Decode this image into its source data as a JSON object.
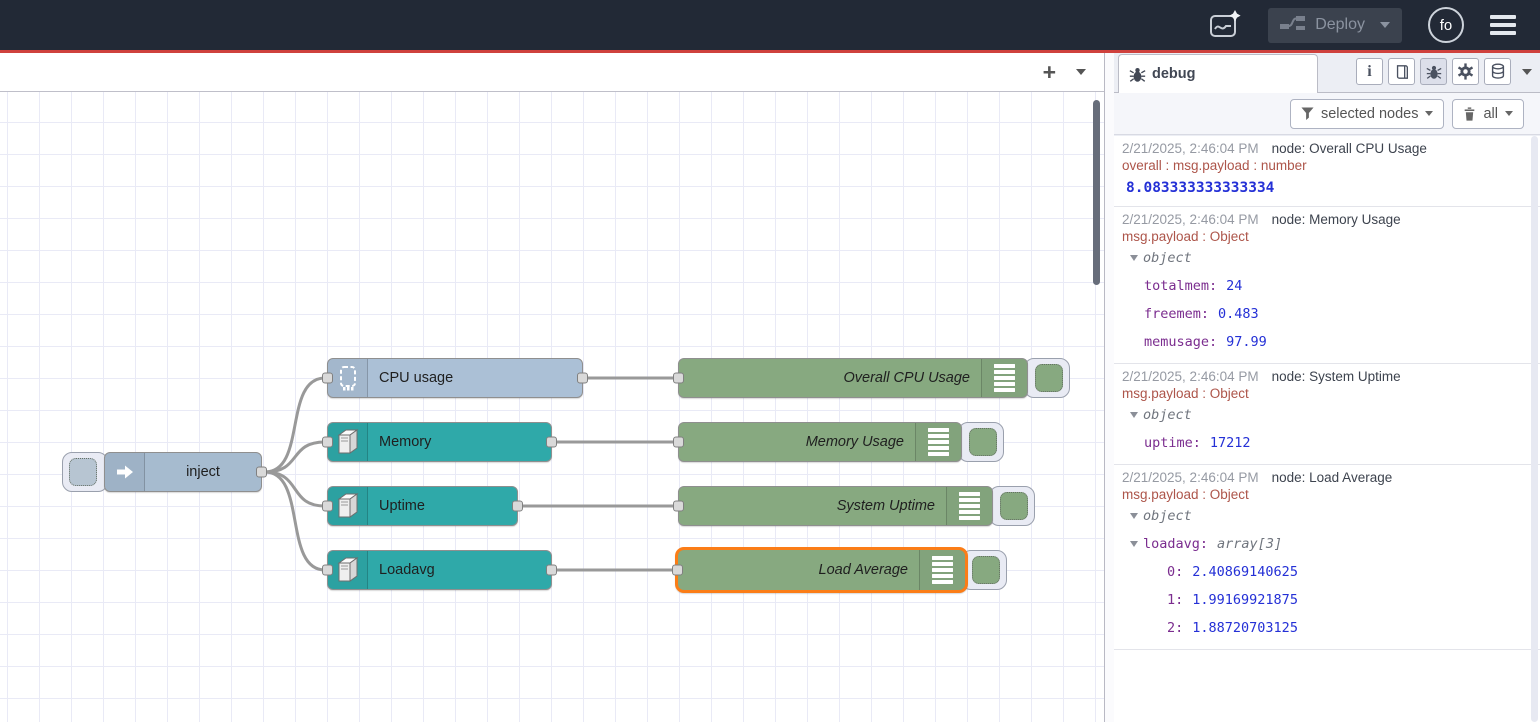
{
  "header": {
    "deploy_label": "Deploy",
    "avatar_label": "fo"
  },
  "flow_toolbar": {
    "add_label": "+"
  },
  "canvas": {
    "nodes": {
      "inject": {
        "label": "inject"
      },
      "cpu_usage": {
        "label": "CPU usage"
      },
      "memory": {
        "label": "Memory"
      },
      "uptime": {
        "label": "Uptime"
      },
      "loadavg": {
        "label": "Loadavg"
      },
      "overall_cpu": {
        "label": "Overall CPU Usage"
      },
      "memory_usage": {
        "label": "Memory Usage"
      },
      "system_uptime": {
        "label": "System Uptime"
      },
      "load_average": {
        "label": "Load Average"
      }
    },
    "colors": {
      "inject_fill": "#a6bbcf",
      "cpu_fill": "#abc0d6",
      "os_fill": "#2fa9a9",
      "debug_fill": "#87a980",
      "selection": "#fb7d17",
      "wire": "#999999",
      "header_accent": "#cf413d"
    }
  },
  "sidebar": {
    "tab_label": "debug",
    "filter_button": "selected nodes",
    "clear_button": "all",
    "messages": [
      {
        "timestamp": "2/21/2025, 2:46:04 PM",
        "source": "node: Overall CPU Usage",
        "property": "overall : msg.payload : number",
        "value": "8.083333333333334"
      },
      {
        "timestamp": "2/21/2025, 2:46:04 PM",
        "source": "node: Memory Usage",
        "property": "msg.payload : Object",
        "root": "object",
        "fields": [
          {
            "key": "totalmem",
            "value": "24"
          },
          {
            "key": "freemem",
            "value": "0.483"
          },
          {
            "key": "memusage",
            "value": "97.99"
          }
        ]
      },
      {
        "timestamp": "2/21/2025, 2:46:04 PM",
        "source": "node: System Uptime",
        "property": "msg.payload : Object",
        "root": "object",
        "fields": [
          {
            "key": "uptime",
            "value": "17212"
          }
        ]
      },
      {
        "timestamp": "2/21/2025, 2:46:04 PM",
        "source": "node: Load Average",
        "property": "msg.payload : Object",
        "root": "object",
        "array_key": "loadavg",
        "array_type": "array[3]",
        "items": [
          {
            "key": "0",
            "value": "2.40869140625"
          },
          {
            "key": "1",
            "value": "1.99169921875"
          },
          {
            "key": "2",
            "value": "1.88720703125"
          }
        ]
      }
    ]
  }
}
